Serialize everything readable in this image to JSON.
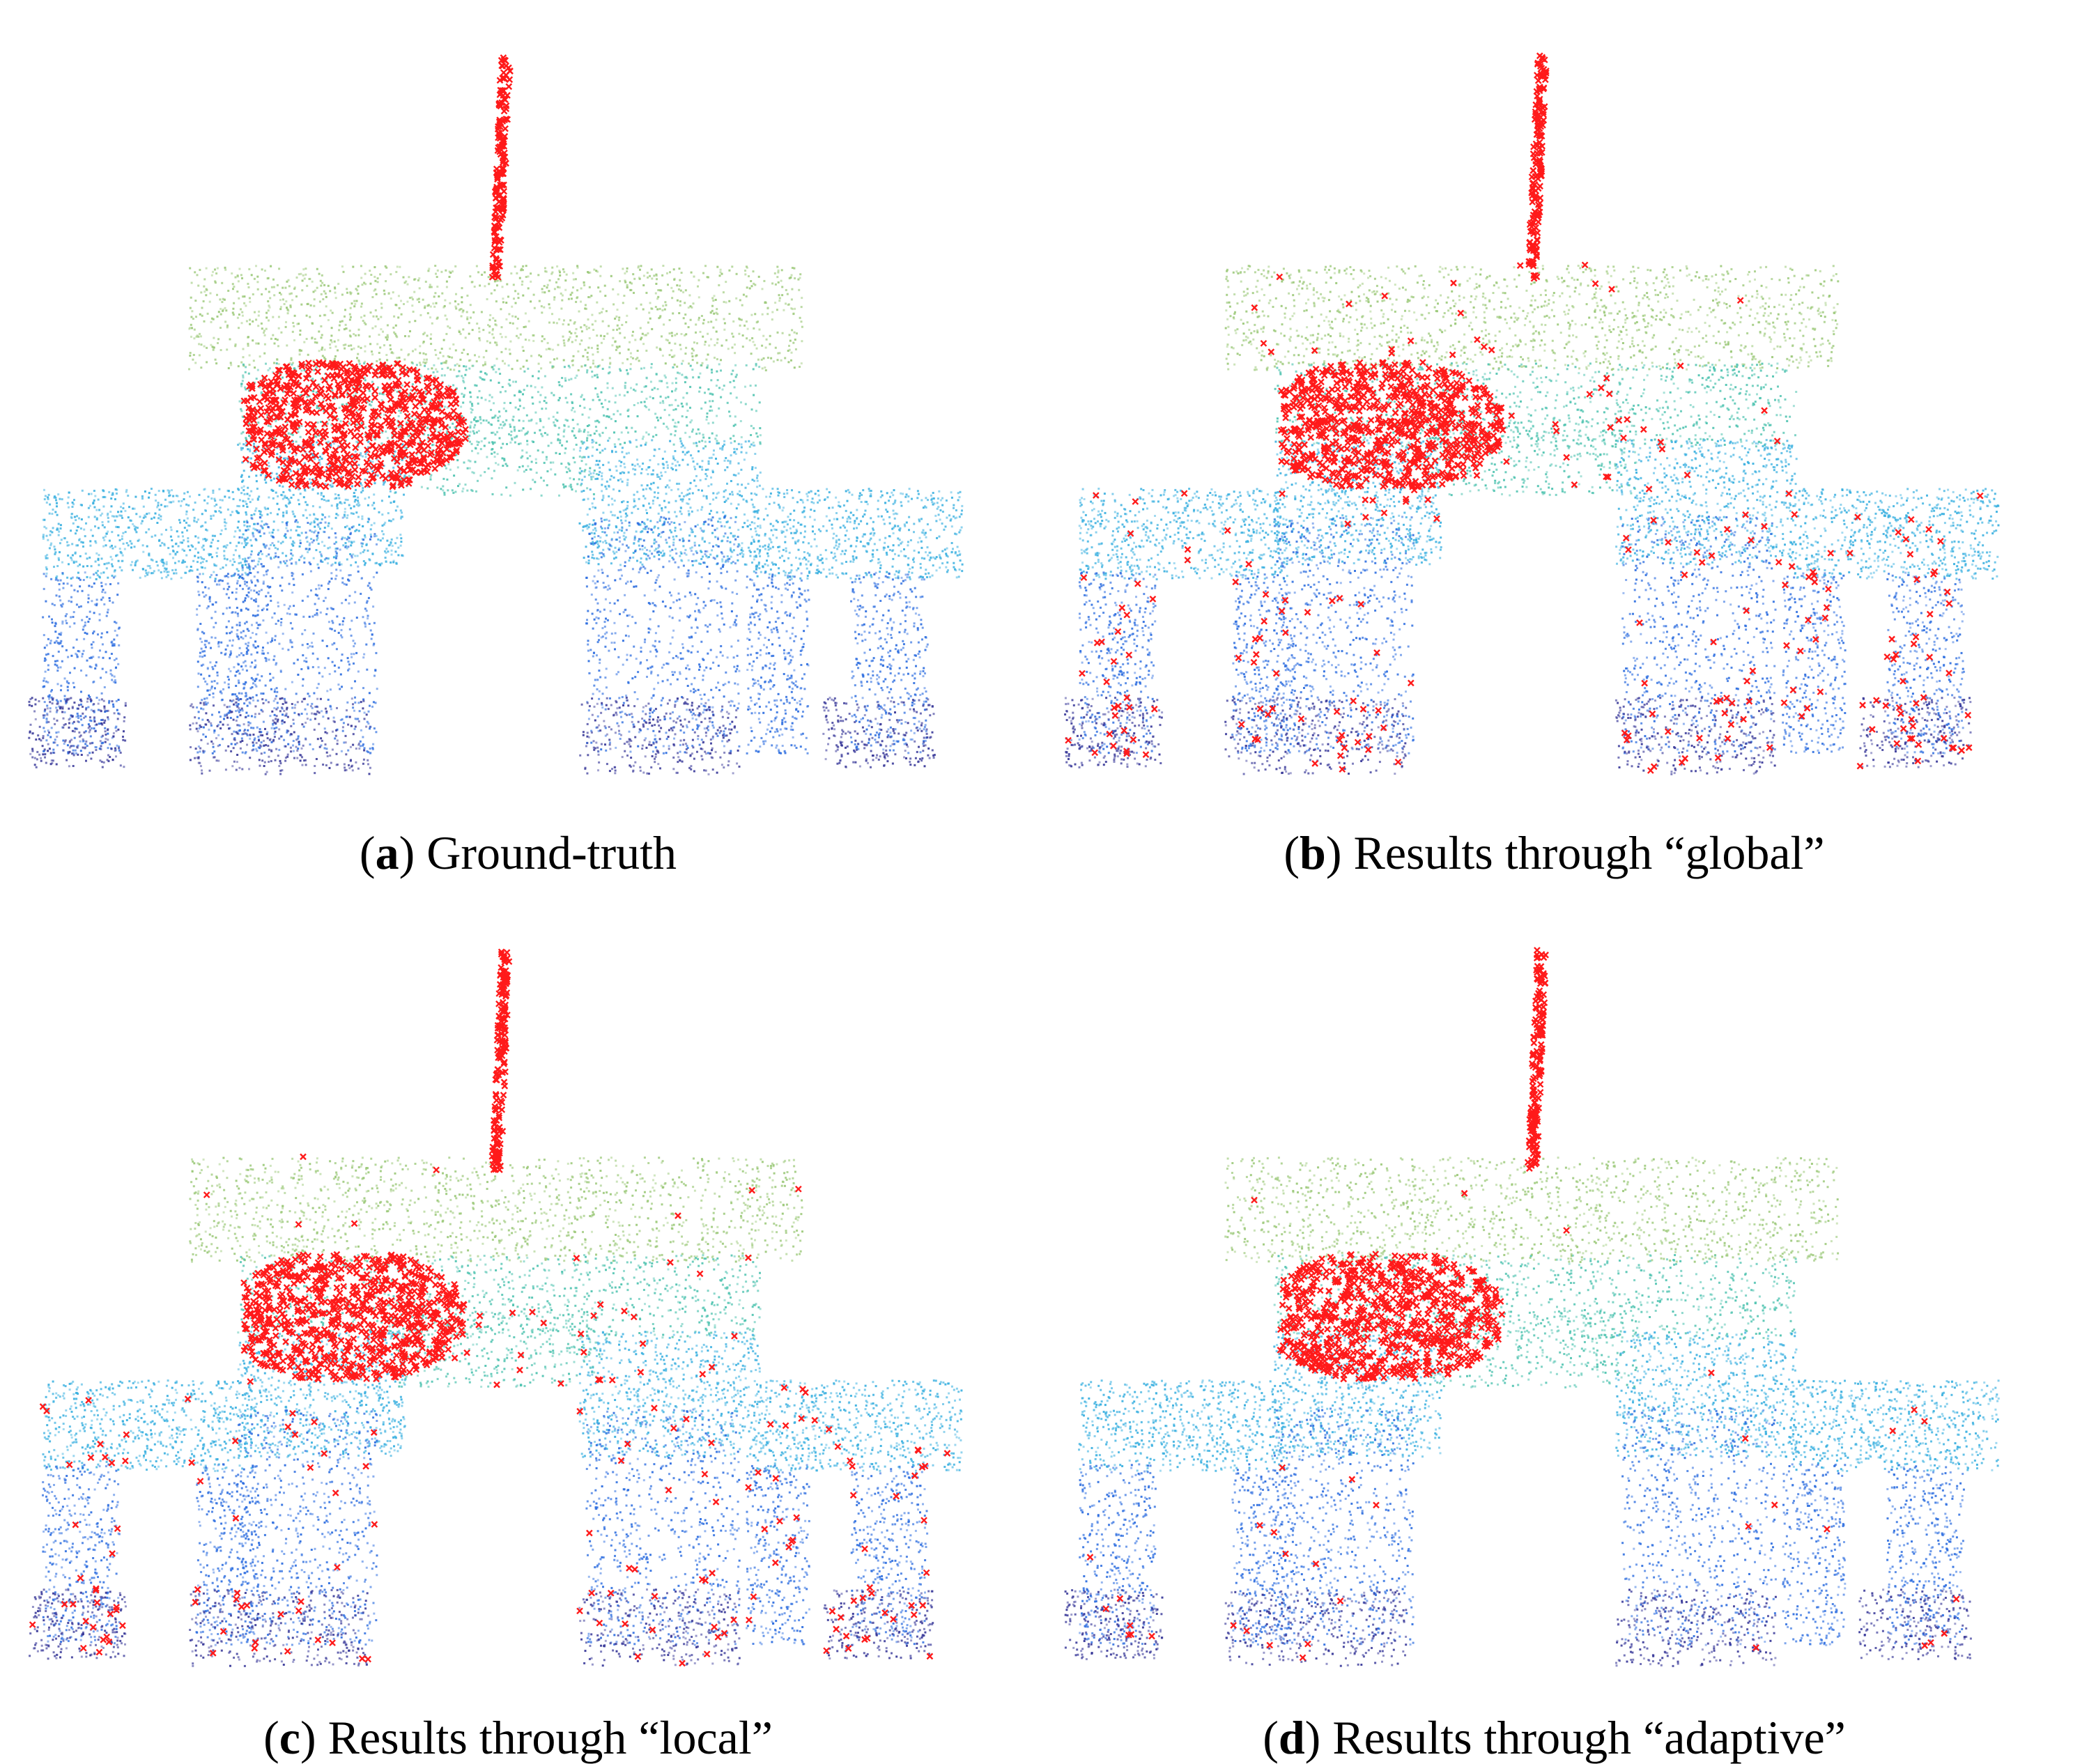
{
  "panels": [
    {
      "id": "a",
      "letter": "a",
      "label": "Ground-truth",
      "red_level": "truth"
    },
    {
      "id": "b",
      "letter": "b",
      "label": "Results through “global”",
      "red_level": "high"
    },
    {
      "id": "c",
      "letter": "c",
      "label": "Results through “local”",
      "red_level": "medium"
    },
    {
      "id": "d",
      "letter": "d",
      "label": "Results through “adaptive”",
      "red_level": "low"
    }
  ],
  "colors": {
    "cloud_top": "#9cc97a",
    "cloud_upper": "#4fc3b0",
    "cloud_mid": "#3ab0e0",
    "cloud_lower": "#2f6fe0",
    "cloud_bottom": "#3a3a9a",
    "highlight": "#ff1a1a"
  }
}
